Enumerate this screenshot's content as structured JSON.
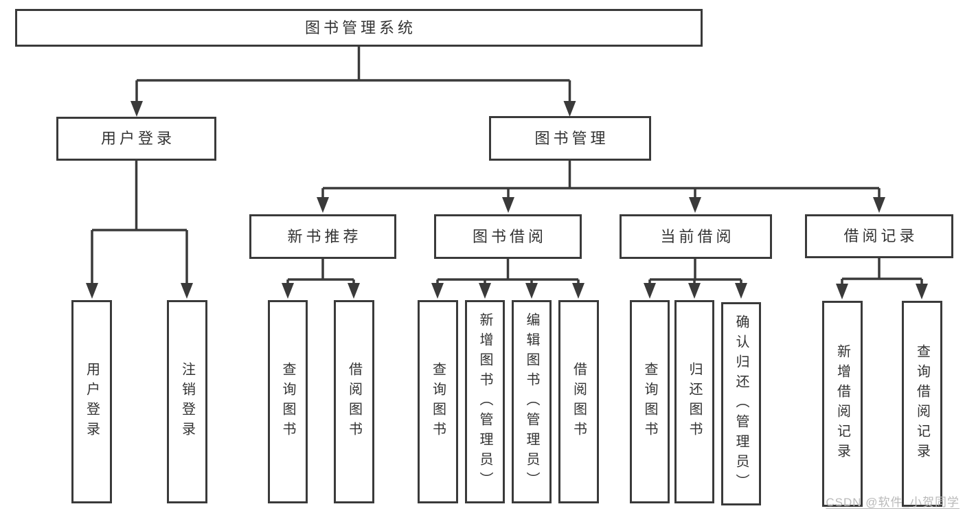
{
  "tree": {
    "root": "图书管理系统",
    "user_login": {
      "label": "用户登录",
      "children": [
        "用户登录",
        "注销登录"
      ]
    },
    "book_mgmt": {
      "label": "图书管理",
      "sections": {
        "new_books": {
          "label": "新书推荐",
          "children": [
            "查询图书",
            "借阅图书"
          ]
        },
        "book_borrow": {
          "label": "图书借阅",
          "children": [
            "查询图书",
            "新增图书（管理员）",
            "编辑图书（管理员）",
            "借阅图书"
          ]
        },
        "current_borrow": {
          "label": "当前借阅",
          "children": [
            "查询图书",
            "归还图书",
            "确认归还（管理员）"
          ]
        },
        "borrow_records": {
          "label": "借阅记录",
          "children": [
            "新增借阅记录",
            "查询借阅记录"
          ]
        }
      }
    }
  },
  "watermark": {
    "text": "CSDN @软件_小贺同学"
  },
  "colors": {
    "line": "#3a3a3a",
    "text": "#333333",
    "watermark": "#b9b9b9",
    "background": "#ffffff"
  }
}
